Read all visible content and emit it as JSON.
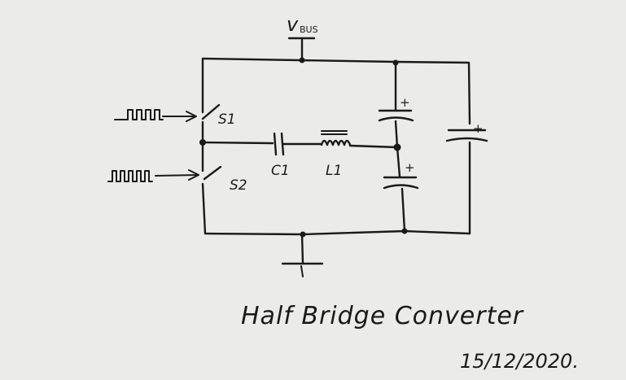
{
  "diagram": {
    "title": "Half Bridge Converter",
    "date": "15/12/2020.",
    "labels": {
      "vbus_v": "v",
      "vbus_sub": "BUS",
      "s1": "S1",
      "s2": "S2",
      "c1": "C1",
      "l1": "L1",
      "plus": "+"
    }
  }
}
